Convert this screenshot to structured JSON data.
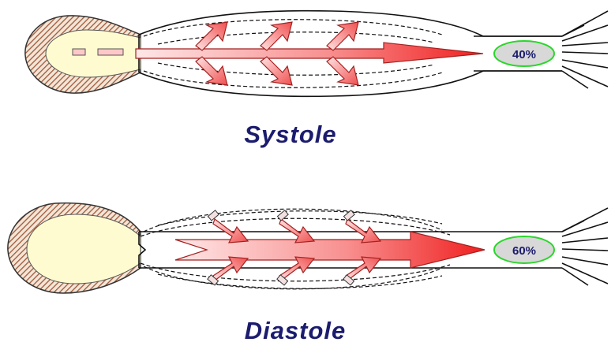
{
  "systole": {
    "label": "Systole",
    "percent_label": "40%"
  },
  "diastole": {
    "label": "Diastole",
    "percent_label": "60%"
  },
  "colors": {
    "caption": "#1c1c6e",
    "heart_wall_stripe": "#a0583c",
    "heart_chamber": "#fffbd0",
    "flow_arrow": "#f03030",
    "flow_arrow_light": "#ffe0e0",
    "percent_badge_fill": "#d8d8d8",
    "percent_badge_border": "#2bd62b"
  },
  "icons": [
    "heart-wall",
    "flow-arrow",
    "dashed-bulge",
    "outflow-branches",
    "percent-badge"
  ]
}
